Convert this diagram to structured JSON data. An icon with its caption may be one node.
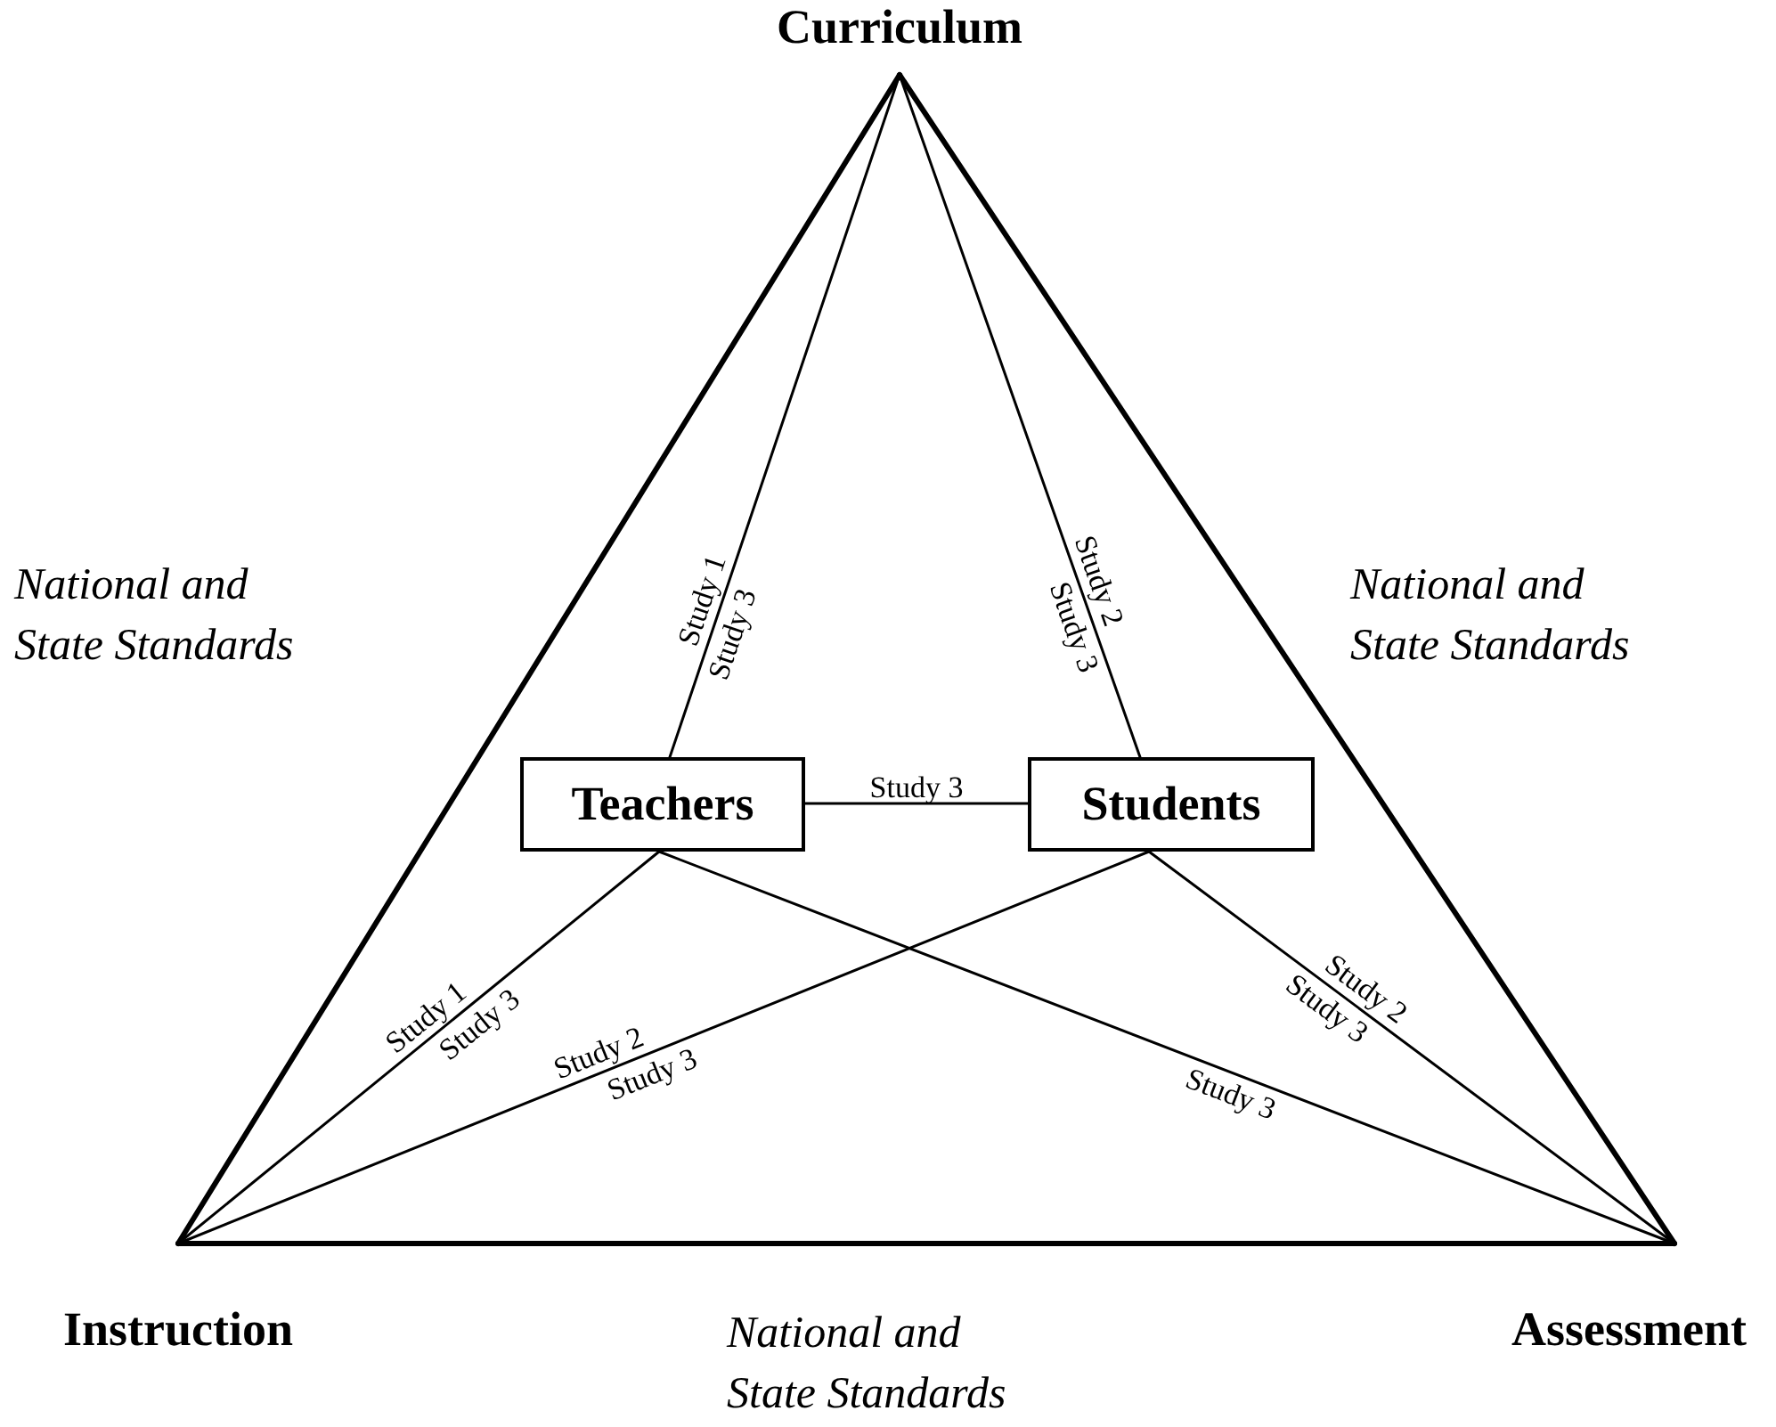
{
  "diagram": {
    "nodes": [
      {
        "text": [
          "Curriculum"
        ]
      },
      {
        "text": [
          "Instruction"
        ]
      },
      {
        "text": [
          "Assessment"
        ]
      },
      {
        "text": [
          "Teachers"
        ]
      },
      {
        "text": [
          "Students"
        ]
      }
    ],
    "edges": [
      {
        "from": 0,
        "to": 1,
        "arrow": "none",
        "style": "thick"
      },
      {
        "from": 0,
        "to": 2,
        "arrow": "none",
        "style": "thick"
      },
      {
        "from": 1,
        "to": 2,
        "arrow": "none",
        "style": "thick"
      },
      {
        "from": 0,
        "to": 3,
        "arrow": "none",
        "label": "Study 1"
      },
      {
        "from": 0,
        "to": 4,
        "arrow": "none",
        "label": "Study 2"
      },
      {
        "from": 3,
        "to": 4,
        "arrow": "none",
        "label": "Study 3"
      },
      {
        "from": 3,
        "to": 1,
        "arrow": "none",
        "label": "Study 1"
      },
      {
        "from": 4,
        "to": 1,
        "arrow": "none",
        "label": "Study 2"
      },
      {
        "from": 4,
        "to": 2,
        "arrow": "none",
        "label": "Study 2"
      },
      {
        "from": 3,
        "to": 2,
        "arrow": "none",
        "label": "Study 3"
      }
    ],
    "labels": [
      "National and State Standards",
      "National and State Standards",
      "National and State Standards",
      "Study 3",
      "Study 3",
      "Study 3",
      "Study 3",
      "Study 3"
    ]
  }
}
